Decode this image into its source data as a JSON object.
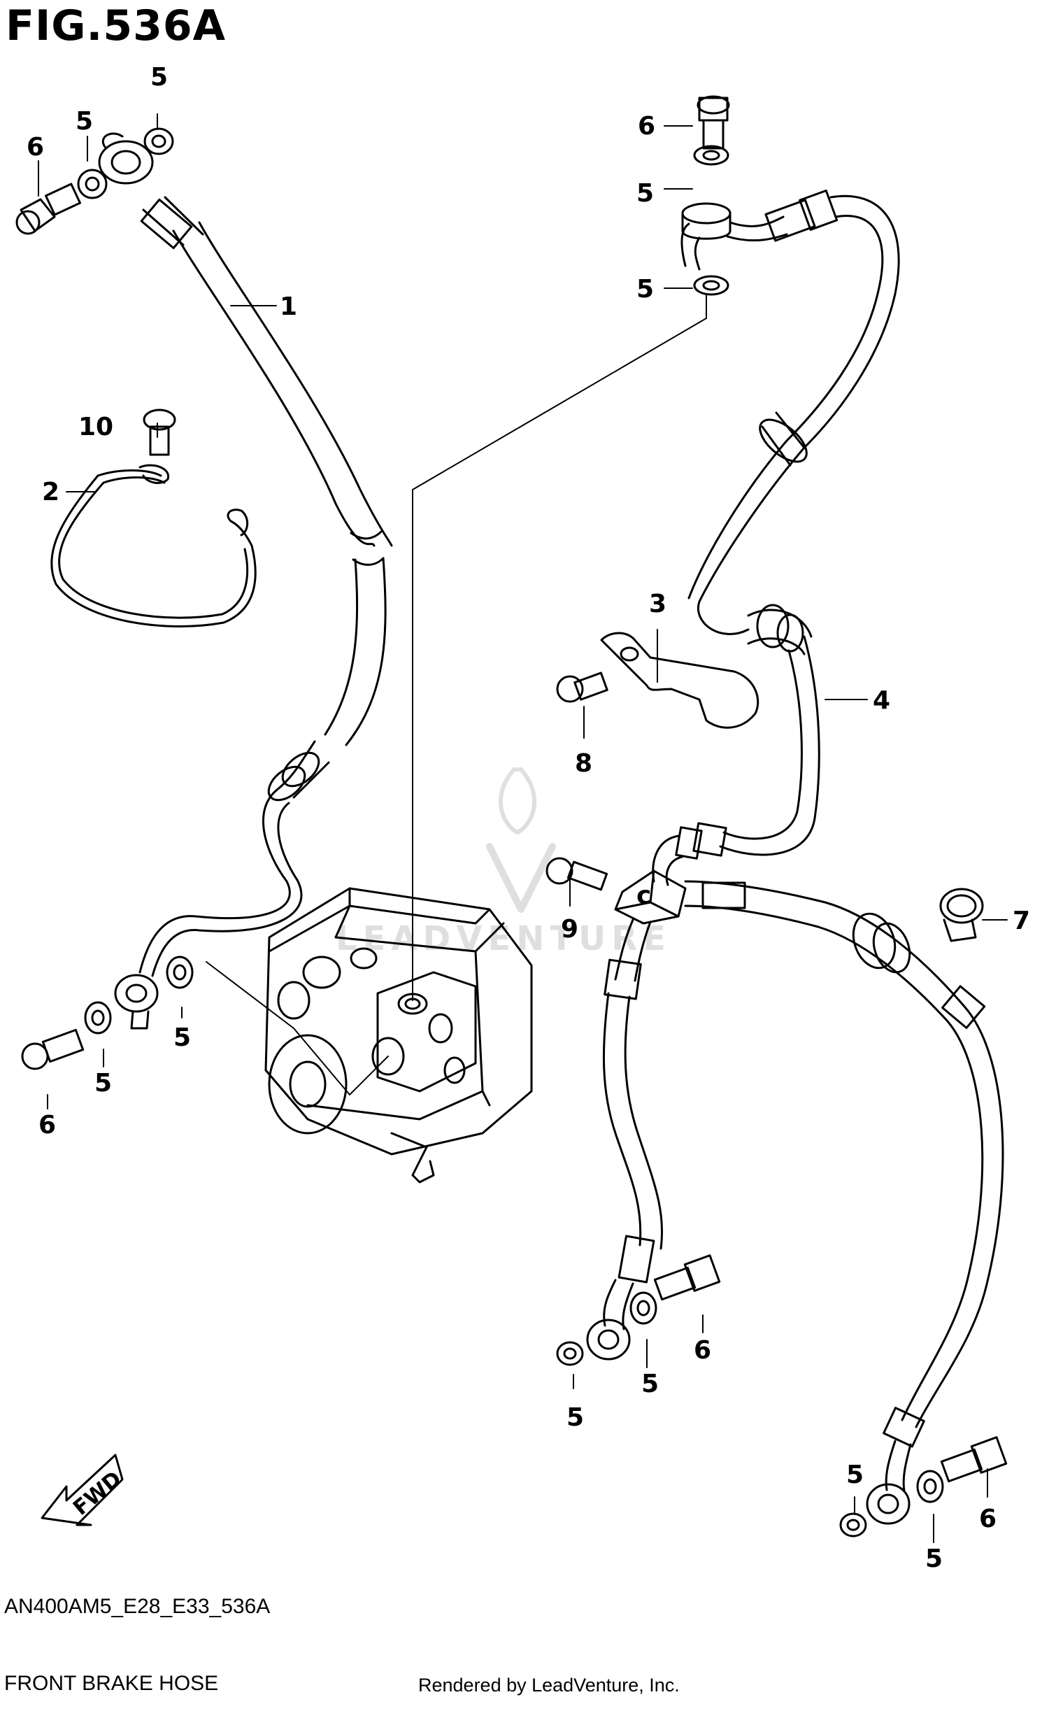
{
  "header": {
    "figure_title": "FIG.536A"
  },
  "footer": {
    "diagram_code": "AN400AM5_E28_E33_536A",
    "diagram_name": "FRONT BRAKE HOSE",
    "render_credit": "Rendered by LeadVenture, Inc."
  },
  "direction_marker": {
    "label": "FWD"
  },
  "watermark": {
    "text": "LEADVENTURE"
  },
  "callouts": [
    {
      "id": "c1",
      "label": "1"
    },
    {
      "id": "c2",
      "label": "2"
    },
    {
      "id": "c3",
      "label": "3"
    },
    {
      "id": "c4",
      "label": "4"
    },
    {
      "id": "c5a",
      "label": "5"
    },
    {
      "id": "c5b",
      "label": "5"
    },
    {
      "id": "c5c",
      "label": "5"
    },
    {
      "id": "c5d",
      "label": "5"
    },
    {
      "id": "c5e",
      "label": "5"
    },
    {
      "id": "c5f",
      "label": "5"
    },
    {
      "id": "c5g",
      "label": "5"
    },
    {
      "id": "c5h",
      "label": "5"
    },
    {
      "id": "c5i",
      "label": "5"
    },
    {
      "id": "c5j",
      "label": "5"
    },
    {
      "id": "c5k",
      "label": "5"
    },
    {
      "id": "c6a",
      "label": "6"
    },
    {
      "id": "c6b",
      "label": "6"
    },
    {
      "id": "c6c",
      "label": "6"
    },
    {
      "id": "c6d",
      "label": "6"
    },
    {
      "id": "c6e",
      "label": "6"
    },
    {
      "id": "c7",
      "label": "7"
    },
    {
      "id": "c8",
      "label": "8"
    },
    {
      "id": "c9",
      "label": "9"
    },
    {
      "id": "c10",
      "label": "10"
    }
  ]
}
